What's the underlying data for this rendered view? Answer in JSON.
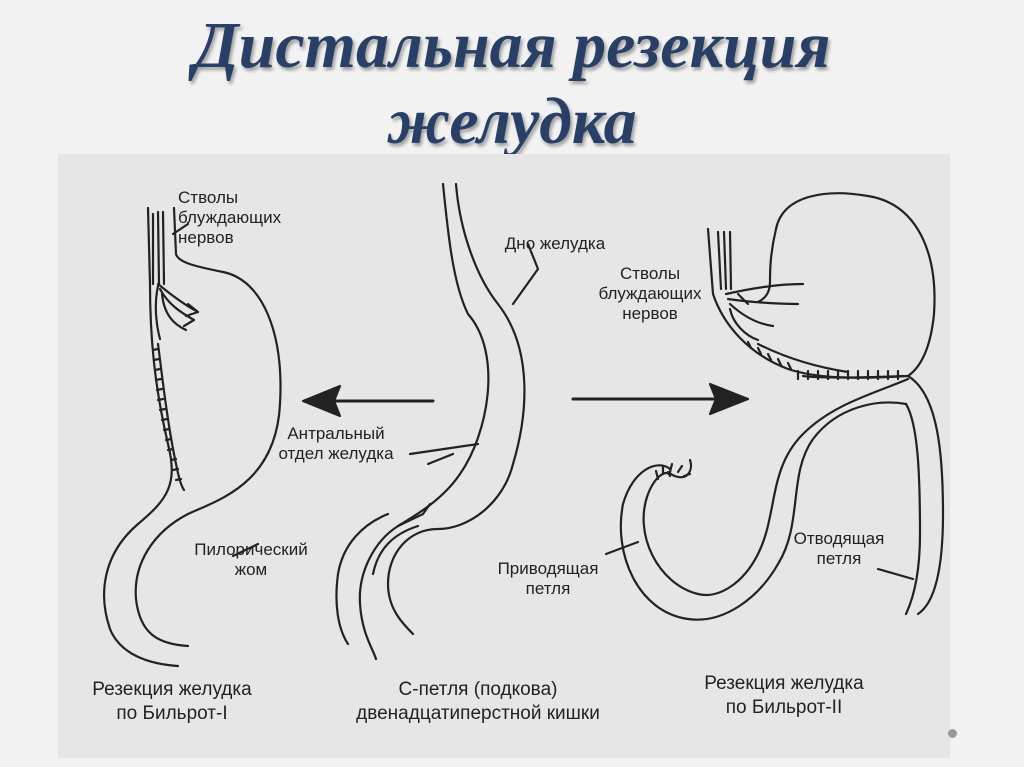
{
  "title": {
    "line1": "Дистальная резекция",
    "line2": "желудка"
  },
  "labels": {
    "vagus_left": [
      "Стволы",
      "блуждающих",
      "нервов"
    ],
    "fundus": "Дно желудка",
    "vagus_right": [
      "Стволы",
      "блуждающих",
      "нервов"
    ],
    "antrum": [
      "Антральный",
      "отдел желудка"
    ],
    "pylorus": [
      "Пилорический",
      "жом"
    ],
    "afferent": [
      "Приводящая",
      "петля"
    ],
    "efferent": [
      "Отводящая",
      "петля"
    ]
  },
  "captions": {
    "billroth1": [
      "Резекция желудка",
      "по Бильрот-I"
    ],
    "duodenum": [
      "С-петля (подкова)",
      "двенадцатиперстной кишки"
    ],
    "billroth2": [
      "Резекция желудка",
      "по Бильрот-II"
    ]
  },
  "colors": {
    "title": "#2a3f66",
    "ink": "#222222",
    "paper": "#e6e6e6"
  }
}
